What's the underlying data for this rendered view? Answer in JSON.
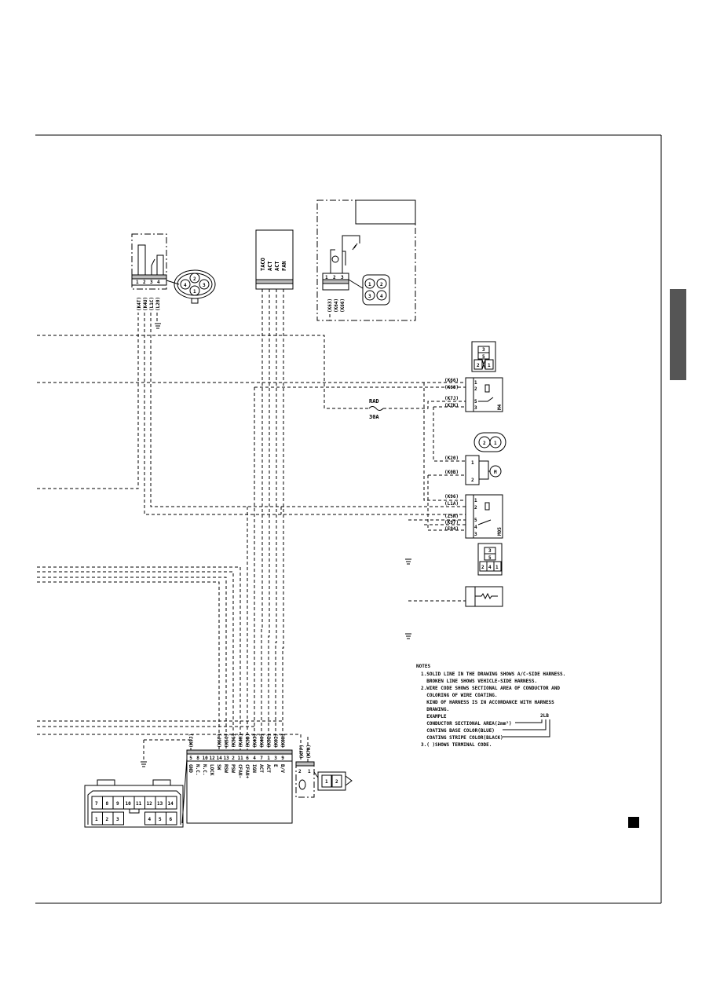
{
  "switch_connector": {
    "pins": [
      "1",
      "2",
      "3",
      "4"
    ],
    "wires": [
      "(K4T)",
      "(K4U)",
      "(L1C)",
      "(L20)"
    ],
    "round_pins": [
      "1",
      "2",
      "3",
      "4"
    ]
  },
  "unit_box": {
    "labels": [
      "TACO",
      "ACT",
      "ACT",
      "FAN"
    ]
  },
  "sensor_box": {
    "pins": [
      "1",
      "2",
      "3"
    ],
    "wires": [
      "(K63)",
      "(K64)",
      "(K66)"
    ],
    "plug_pins": [
      "1",
      "2",
      "3",
      "4"
    ]
  },
  "fuse": {
    "name": "RAD",
    "rating": "30A"
  },
  "relay_1": {
    "name": "M4",
    "pins": [
      "1",
      "2",
      "5",
      "3"
    ],
    "wires": [
      "(K66)",
      "(K68)",
      "(K7J)",
      "(K7K)"
    ],
    "socket": [
      "3",
      "5",
      "2",
      "1"
    ]
  },
  "motor": {
    "pins": [
      "1",
      "2"
    ],
    "wires": [
      "(K20)",
      "(K0B)"
    ],
    "plug": [
      "2",
      "1"
    ],
    "symbol": "M"
  },
  "relay_2": {
    "name": "M05",
    "pins": [
      "1",
      "2",
      "5",
      "4",
      "3"
    ],
    "wires": [
      "(K96)",
      "(L1A)",
      "(Z5N)",
      "(K97)",
      "(E94)"
    ],
    "socket": [
      "3",
      "5",
      "2",
      "4",
      "1"
    ]
  },
  "main_connector": {
    "gnd_wire": "(K9J)",
    "wires": [
      "(K6F)",
      "(K5C)",
      "(K5G)",
      "(K4H)",
      "(K5D)",
      "(K43)",
      "(K40)",
      "(K5E)",
      "(K6I)",
      "(K6H)"
    ],
    "pins": [
      "5",
      "8",
      "10",
      "12",
      "14",
      "13",
      "2",
      "11",
      "6",
      "4",
      "7",
      "1",
      "3",
      "9"
    ],
    "functions": [
      "GND",
      "N.C.",
      "N.C.",
      "LOCK",
      "SW",
      "RSW",
      "PSW",
      "CFAN-",
      "CFAN+",
      "IGN",
      "ACT",
      "ACT",
      "E",
      "B/V"
    ]
  },
  "connector_face": {
    "top_row": [
      "7",
      "8",
      "9",
      "10",
      "11",
      "12",
      "13",
      "14"
    ],
    "bottom_row": [
      "1",
      "2",
      "3",
      "4",
      "5",
      "6"
    ]
  },
  "small_connector": {
    "pins": [
      "2",
      "1"
    ],
    "wires": [
      "(K7F)",
      "(K7N)"
    ],
    "plug": [
      "1",
      "2"
    ]
  },
  "notes": {
    "title": "NOTES",
    "lines": [
      "1.SOLID LINE IN THE DRAWING SHOWS A/C-SIDE HARNESS.",
      "  BROKEN LINE SHOWS VEHICLE-SIDE HARNESS.",
      "2.WIRE CODE SHOWS SECTIONAL AREA OF CONDUCTOR AND",
      "  COLORING OF WIRE COATING.",
      "  KIND OF HARNESS IS IN ACCORDANCE WITH HARNESS",
      "  DRAWING.",
      "  EXAMPLE",
      "  CONDUCTOR SECTIONAL AREA(2mm²)",
      "  COATING BASE COLOR(BLUE)",
      "  COATING STRIPE COLOR(BLACK)",
      "3.( )SHOWS TERMINAL CODE."
    ],
    "example_code": "2LB"
  }
}
